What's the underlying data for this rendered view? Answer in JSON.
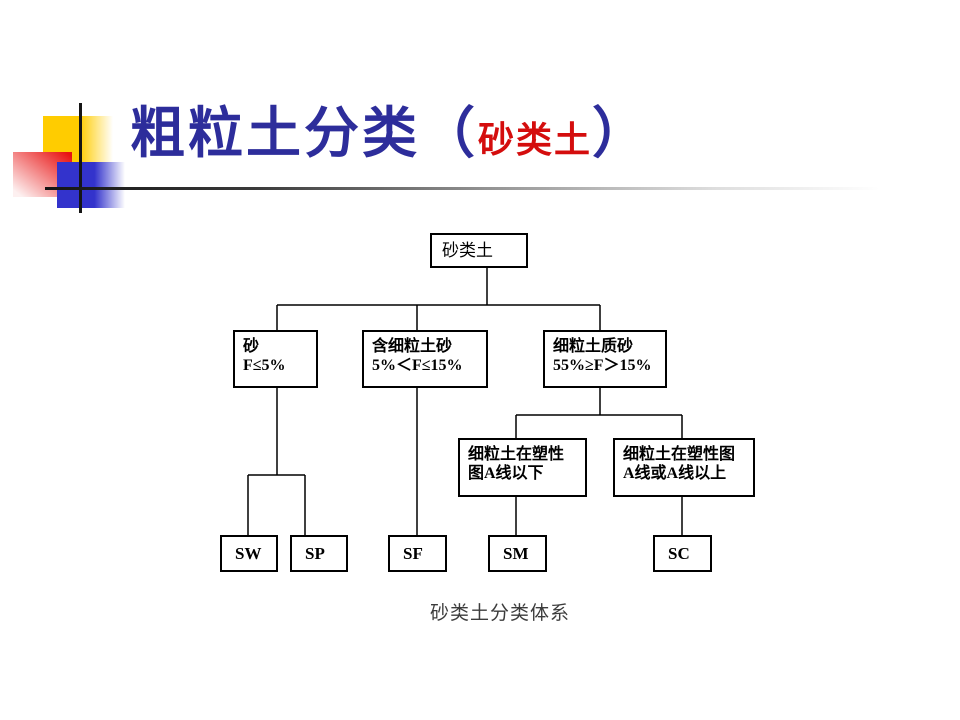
{
  "slide": {
    "title": {
      "prefix": "粗粒土分类",
      "paren_open": "（",
      "highlight": "砂类土",
      "paren_close": "）"
    },
    "colors": {
      "title_blue": "#2D2D9B",
      "title_red": "#D40D0D",
      "deco_yellow": "#FFCC00",
      "deco_blue": "#3333CC",
      "deco_red": "#E81212",
      "diagram_ink": "#000000",
      "caption_gray": "#3C3C3C"
    }
  },
  "diagram": {
    "root": "砂类土",
    "level2": [
      {
        "line1": "砂",
        "line2": "F≤5%"
      },
      {
        "line1": "含细粒土砂",
        "line2": "5%＜F≤15%"
      },
      {
        "line1": "细粒土质砂",
        "line2": "55%≥F＞15%"
      }
    ],
    "level3": [
      {
        "line1": "细粒土在塑性",
        "line2": "图A线以下"
      },
      {
        "line1": "细粒土在塑性图",
        "line2": "A线或A线以上"
      }
    ],
    "leaves": [
      "SW",
      "SP",
      "SF",
      "SM",
      "SC"
    ],
    "caption": "砂类土分类体系"
  }
}
